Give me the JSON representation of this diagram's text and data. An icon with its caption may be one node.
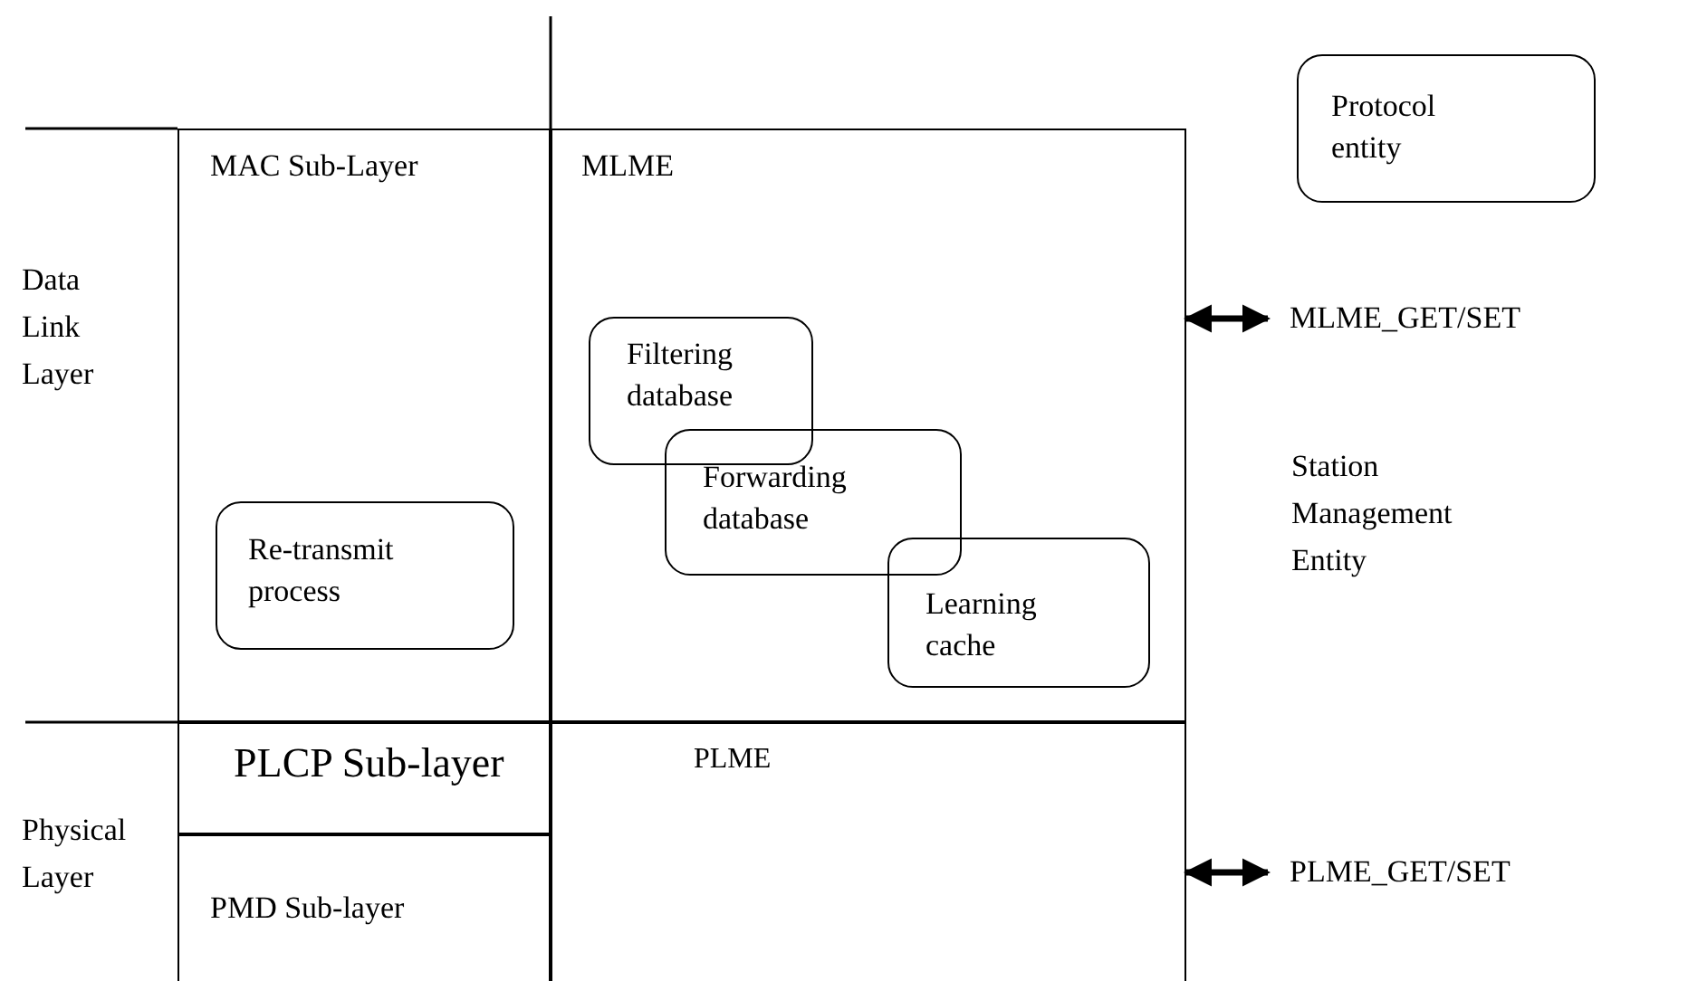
{
  "diagram": {
    "nodes": [
      {
        "text": [
          "MAC Sub-Layer"
        ]
      },
      {
        "text": [
          "Re-transmit process"
        ],
        "in": 0
      },
      {
        "text": [
          "MLME"
        ]
      },
      {
        "text": [
          "Filtering database"
        ],
        "in": 2
      },
      {
        "text": [
          "Forwarding database"
        ],
        "in": 2
      },
      {
        "text": [
          "Learning cache"
        ],
        "in": 2
      },
      {
        "text": [
          "PLCP Sub-layer"
        ]
      },
      {
        "text": [
          "PMD Sub-layer"
        ]
      },
      {
        "text": [
          "PLME"
        ]
      },
      {
        "text": [
          "Protocol entity"
        ]
      },
      {
        "text": [
          "MLME_GET/SET"
        ]
      },
      {
        "text": [
          "PLME_GET/SET"
        ]
      }
    ],
    "edges": [
      {
        "from": 2,
        "to": 10,
        "arrow": "both"
      },
      {
        "from": 8,
        "to": 11,
        "arrow": "both"
      }
    ],
    "labels": [
      "Data Link Layer",
      "Station Management Entity",
      "Physical Layer"
    ]
  }
}
